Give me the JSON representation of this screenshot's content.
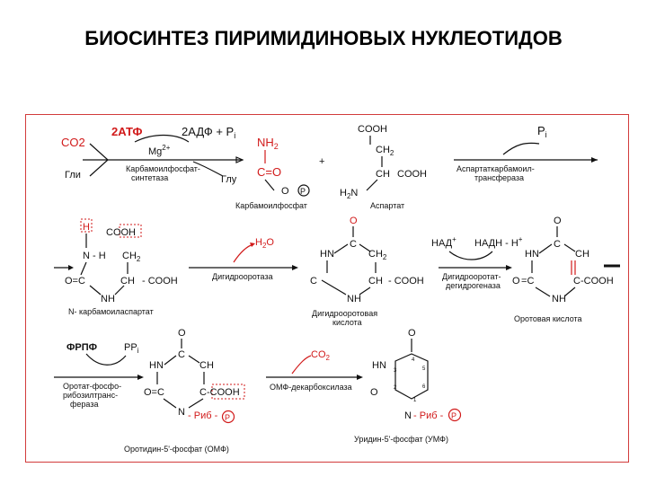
{
  "title": "БИОСИНТЕЗ ПИРИМИДИНОВЫХ НУКЛЕОТИДОВ",
  "step1": {
    "co2": "CO2",
    "atp": "2АТФ",
    "mg": "Mg",
    "mg_charge": "2+",
    "adp": "2АДФ + P",
    "adp_sub": "i",
    "gln": "Гли",
    "glu": "Глу",
    "enzyme_line1": "Карбамоилфосфат-",
    "enzyme_line2": "синтетаза"
  },
  "carbamoyl_phosphate": {
    "nh2": "NH",
    "nh2_sub": "2",
    "co": "C=O",
    "o": "O",
    "p": "P",
    "name": "Карбамоилфосфат"
  },
  "plus": "+",
  "aspartate": {
    "cooh_top": "COOH",
    "ch2": "CH",
    "ch2_sub": "2",
    "ch": "CH",
    "cooh": "COOH",
    "h2n": "H",
    "h2n_sub": "2",
    "n": "N",
    "name": "Аспартат"
  },
  "step2": {
    "pi": "P",
    "pi_sub": "i",
    "enzyme_line1": "Аспартаткарбамоил-",
    "enzyme_line2": "трансфераза"
  },
  "carbamoyl_aspartate": {
    "h": "H",
    "cooh": "COOH",
    "n": "N",
    "h2": "H",
    "ch2": "CH",
    "ch2_sub": "2",
    "oc": "O=C",
    "nh": "NH",
    "ch": "CH",
    "cooh2": "COOH",
    "name": "N- карбамоиласпартат"
  },
  "step3": {
    "h2o": "H",
    "h2o_sub": "2",
    "h2o_o": "O",
    "enzyme": "Дигидрооротаза"
  },
  "dihydroorotate": {
    "o": "O",
    "hn": "HN",
    "c_top": "C",
    "ch2": "CH",
    "ch2_sub": "2",
    "c_left": "C",
    "ch": "CH",
    "cooh": "COOH",
    "nh": "NH",
    "name_line1": "Дигидрооротовая",
    "name_line2": "кислота"
  },
  "step4": {
    "nad": "НАД",
    "nad_sup": "+",
    "nadh": "НАДН - Н",
    "nadh_sup": "+",
    "enzyme_line1": "Дигидрооротат-",
    "enzyme_line2": "дегидрогеназа"
  },
  "orotate": {
    "o": "O",
    "hn": "HN",
    "c": "C",
    "ch": "CH",
    "o_left": "O",
    "c_left": "C",
    "c_cooh": "C",
    "cooh": "COOH",
    "nh": "NH",
    "name": "Оротовая кислота"
  },
  "step5": {
    "prpp": "ФРПФ",
    "ppi": "PP",
    "ppi_sub": "i",
    "enzyme_line1": "Оротат-фосфо-",
    "enzyme_line2": "рибозилтранс-",
    "enzyme_line3": "фераза"
  },
  "omp": {
    "o": "O",
    "hn": "HN",
    "c": "C",
    "ch": "CH",
    "oc": "O=C",
    "c_cooh": "C",
    "cooh": "COOH",
    "n": "N",
    "rib": "Риб",
    "p": "P",
    "name": "Оротидин-5'-фосфат (ОМФ)"
  },
  "step6": {
    "co2": "CO",
    "co2_sub": "2",
    "enzyme": "ОМФ-декарбоксилаза"
  },
  "ump": {
    "o": "O",
    "hn": "HN",
    "o2": "O",
    "n": "N",
    "rib": "Риб",
    "p": "P",
    "n1": "1",
    "n2": "2",
    "n3": "3",
    "n4": "4",
    "n5": "5",
    "n6": "6",
    "name": "Уридин-5'-фосфат (УМФ)"
  },
  "colors": {
    "accent": "#d11a1a",
    "frame": "#d23b3b",
    "text": "#111111"
  }
}
